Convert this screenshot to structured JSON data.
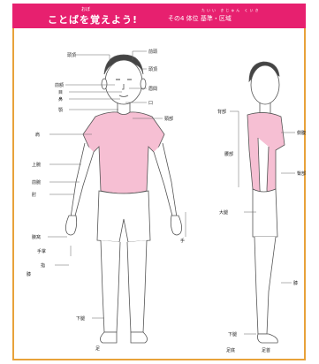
{
  "banner": {
    "title": "ことばを覚えよう!",
    "title_ruby": "おぼ",
    "subtitle": "その4 体位 基準・区域",
    "subtitle_ruby": "たいい きじゅん くいき",
    "color": "#e7206f"
  },
  "figure": {
    "skin_color": "#ffffff",
    "shirt_color": "#f6bfd3",
    "frame_color": "#e8a23a",
    "line_color": "#555555"
  },
  "labels": {
    "front": [
      "頭頂",
      "前頭",
      "頭頂",
      "前額",
      "眉間",
      "目",
      "鼻",
      "口",
      "顎",
      "頸部",
      "肩",
      "上腕",
      "前腕",
      "肘",
      "腋窩",
      "手",
      "手掌",
      "指",
      "膝",
      "下腿",
      "足"
    ],
    "side": [
      "背部",
      "側腹",
      "腰部",
      "臀部",
      "大腿",
      "膝",
      "下腿",
      "足首",
      "足底"
    ]
  }
}
